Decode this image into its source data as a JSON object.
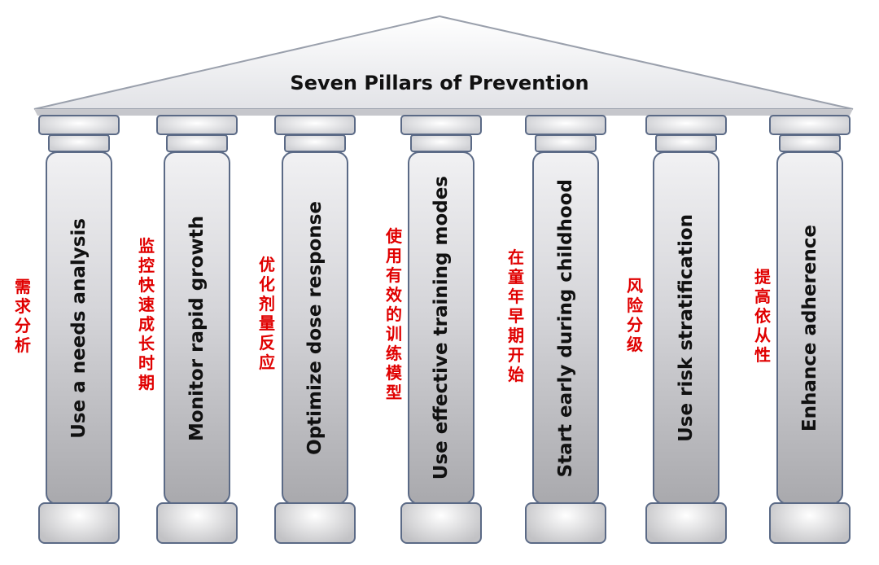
{
  "title": "Seven Pillars of Prevention",
  "pillars": [
    {
      "en": "Use a needs analysis",
      "cn": "需求分析"
    },
    {
      "en": "Monitor rapid growth",
      "cn": "监控快速成长时期"
    },
    {
      "en": "Optimize dose response",
      "cn": "优化剂量反应"
    },
    {
      "en": "Use effective training modes",
      "cn": "使用有效的训练模型"
    },
    {
      "en": "Start early during childhood",
      "cn": "在童年早期开始"
    },
    {
      "en": "Use risk stratification",
      "cn": "风险分级"
    },
    {
      "en": "Enhance adherence",
      "cn": "提高依从性"
    }
  ]
}
